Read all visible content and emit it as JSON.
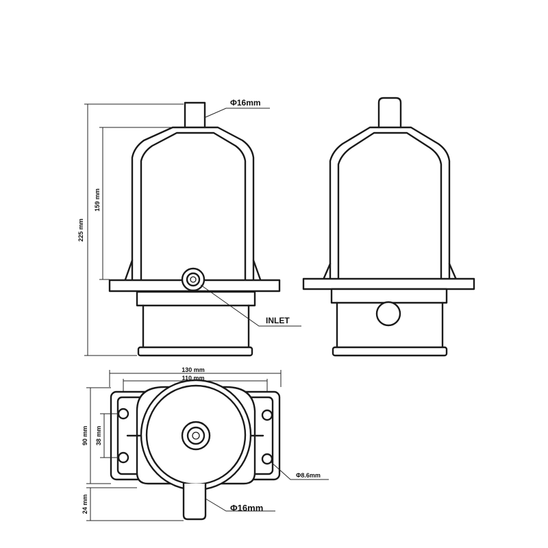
{
  "labels": {
    "outlet_diameter_top": "Φ16mm",
    "inlet": "INLET",
    "overall_height": "225 mm",
    "body_height": "159 mm",
    "flange_width": "130 mm",
    "hole_spacing_width": "110 mm",
    "flange_depth": "90 mm",
    "hole_spacing_depth": "38 mm",
    "pipe_length": "24 mm",
    "mount_hole_diameter": "Φ8.6mm",
    "outlet_diameter_bottom": "Φ16mm"
  },
  "views": [
    "front-view",
    "side-view",
    "top-view"
  ]
}
